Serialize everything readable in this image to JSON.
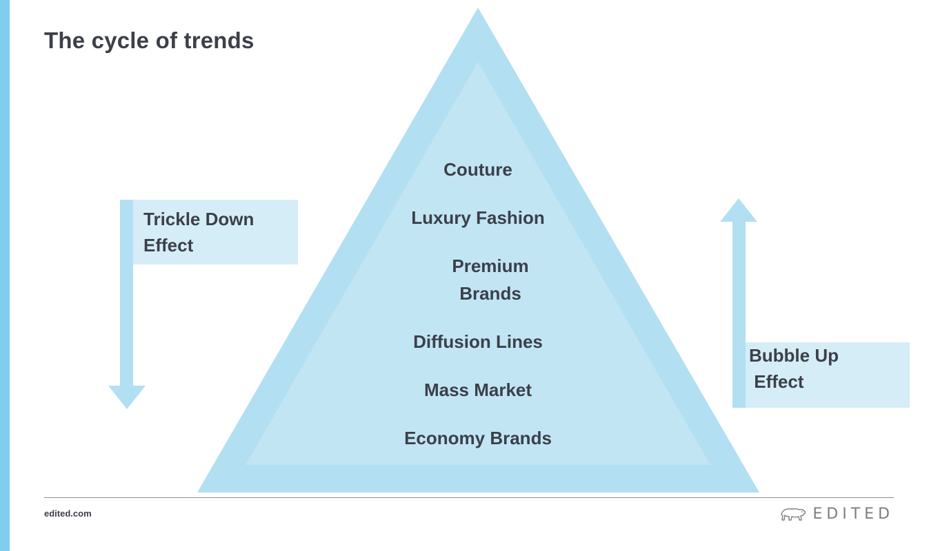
{
  "title": "The cycle of trends",
  "pyramid": {
    "tiers": [
      "Couture",
      "Luxury Fashion",
      "Premium\nBrands",
      "Diffusion Lines",
      "Mass Market",
      "Economy Brands"
    ]
  },
  "trickle_down": {
    "label": "Trickle Down\nEffect",
    "direction": "down"
  },
  "bubble_up": {
    "label": "Bubble Up\n Effect",
    "direction": "up"
  },
  "footer": {
    "url": "edited.com",
    "brand": "EDITED",
    "logo_icon": "polar-bear-icon"
  },
  "colors": {
    "accent": "#7fcdef",
    "pyramid_outer": "#b2dff2",
    "pyramid_inner": "#c2e5f4",
    "label_box": "#d5edf7",
    "text": "#3c4049"
  }
}
